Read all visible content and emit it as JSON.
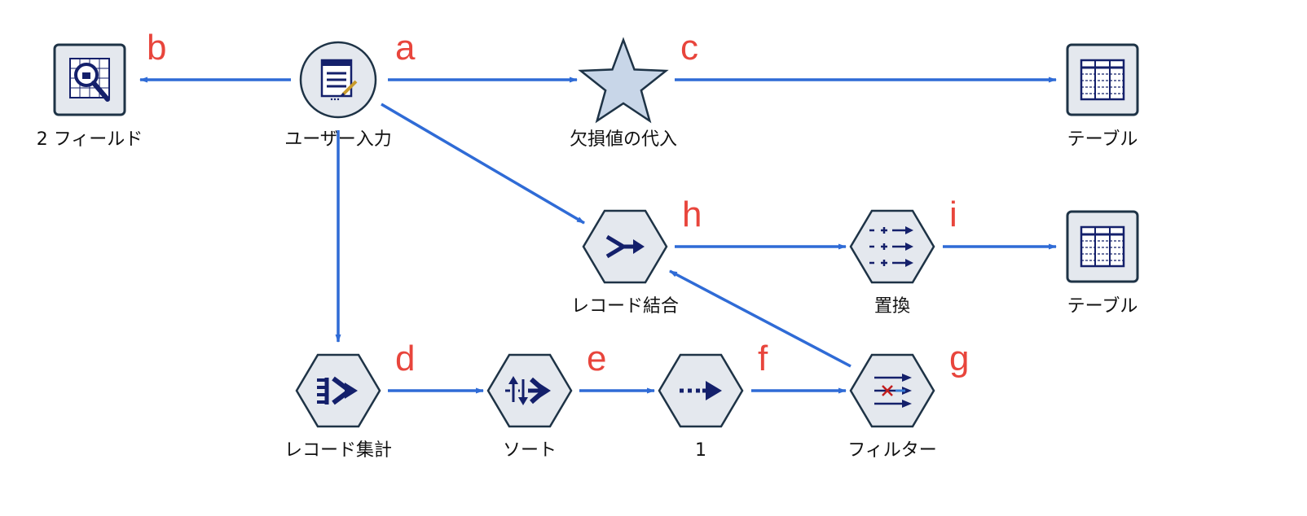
{
  "nodes": [
    {
      "id": "user-input",
      "label": "ユーザー入力",
      "letter": "a",
      "shape": "circle",
      "icon": "user-input-icon"
    },
    {
      "id": "field-2",
      "label": "2 フィールド",
      "letter": "b",
      "shape": "square",
      "icon": "data-audit-icon"
    },
    {
      "id": "impute-missing",
      "label": "欠損値の代入",
      "letter": "c",
      "shape": "star",
      "icon": "supernode-star-icon"
    },
    {
      "id": "table-top",
      "label": "テーブル",
      "letter": "",
      "shape": "square",
      "icon": "table-icon"
    },
    {
      "id": "record-merge",
      "label": "レコード結合",
      "letter": "h",
      "shape": "hexagon",
      "icon": "merge-icon"
    },
    {
      "id": "replace",
      "label": "置換",
      "letter": "i",
      "shape": "hexagon",
      "icon": "filler-icon"
    },
    {
      "id": "table-mid",
      "label": "テーブル",
      "letter": "",
      "shape": "square",
      "icon": "table-icon"
    },
    {
      "id": "record-aggregate",
      "label": "レコード集計",
      "letter": "d",
      "shape": "hexagon",
      "icon": "aggregate-icon"
    },
    {
      "id": "sort",
      "label": "ソート",
      "letter": "e",
      "shape": "hexagon",
      "icon": "sort-icon"
    },
    {
      "id": "sample-1",
      "label": "1",
      "letter": "f",
      "shape": "hexagon",
      "icon": "sample-icon"
    },
    {
      "id": "filter",
      "label": "フィルター",
      "letter": "g",
      "shape": "hexagon",
      "icon": "filter-icon"
    }
  ],
  "edges": [
    {
      "from": "user-input",
      "to": "field-2"
    },
    {
      "from": "user-input",
      "to": "impute-missing"
    },
    {
      "from": "impute-missing",
      "to": "table-top"
    },
    {
      "from": "user-input",
      "to": "record-merge"
    },
    {
      "from": "user-input",
      "to": "record-aggregate"
    },
    {
      "from": "record-merge",
      "to": "replace"
    },
    {
      "from": "replace",
      "to": "table-mid"
    },
    {
      "from": "record-aggregate",
      "to": "sort"
    },
    {
      "from": "sort",
      "to": "sample-1"
    },
    {
      "from": "sample-1",
      "to": "filter"
    },
    {
      "from": "filter",
      "to": "record-merge"
    }
  ],
  "colors": {
    "edge": "#2f6bd6",
    "letter": "#e8453c",
    "node_fill": "#e4e8ee",
    "node_stroke": "#1e3346",
    "icon": "#14206b",
    "star_fill": "#c8d6e8"
  }
}
